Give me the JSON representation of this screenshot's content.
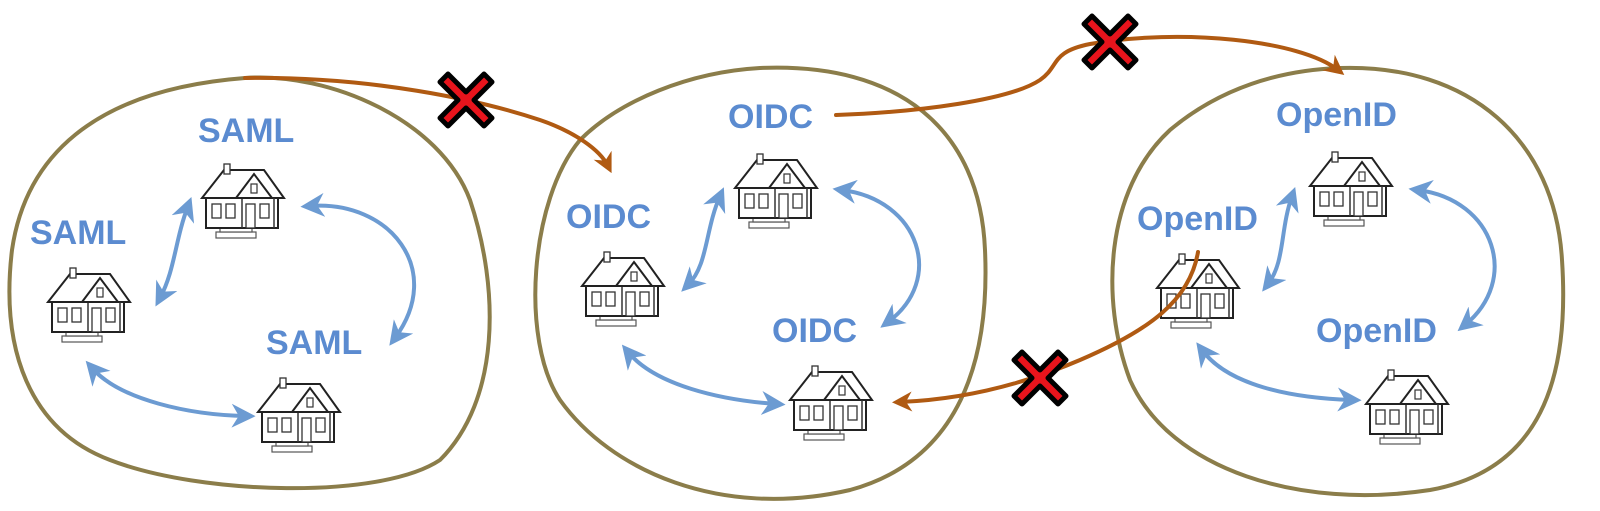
{
  "colors": {
    "background": "#ffffff",
    "cluster_outline": "#8B7D4A",
    "blue_arrow": "#6C9BD2",
    "brown_arrow": "#B05A12",
    "label_text": "#5B8BD0",
    "block_fill": "#E8141C",
    "block_outline": "#000000"
  },
  "clusters": [
    {
      "name": "saml-cluster",
      "labels": [
        "SAML",
        "SAML",
        "SAML"
      ]
    },
    {
      "name": "oidc-cluster",
      "labels": [
        "OIDC",
        "OIDC",
        "OIDC"
      ]
    },
    {
      "name": "openid-cluster",
      "labels": [
        "OpenID",
        "OpenID",
        "OpenID"
      ]
    }
  ],
  "icons": {
    "node": "house-icon",
    "blocked": "blocked-x-icon"
  }
}
